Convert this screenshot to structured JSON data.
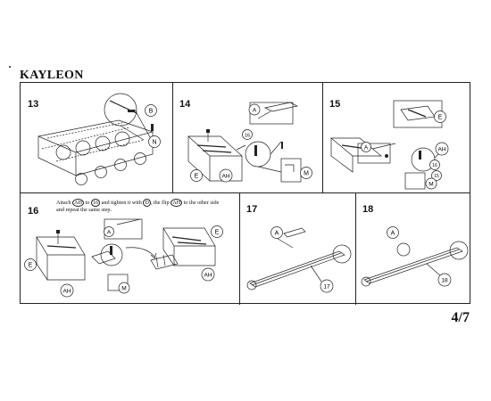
{
  "title": "KAYLEON",
  "page_number": "4/7",
  "steps": [
    {
      "number": "13",
      "labels": [
        "B",
        "N"
      ]
    },
    {
      "number": "14",
      "labels": [
        "A",
        "16",
        "E",
        "AH",
        "M"
      ]
    },
    {
      "number": "15",
      "labels": [
        "A",
        "E",
        "AH",
        "16",
        "15",
        "M"
      ]
    },
    {
      "number": "16",
      "labels": [
        "A",
        "E",
        "AH",
        "AH",
        "M"
      ],
      "instruction": {
        "t1": "Attach",
        "l1": "AH",
        "t2": "to",
        "l2": "16",
        "t3": "and tighten it with",
        "l3": "D",
        "t4": ", the flip",
        "l4": "AH",
        "t5": "to the other side",
        "t6": "and repeat the same step."
      }
    },
    {
      "number": "17",
      "labels": [
        "A",
        "17"
      ]
    },
    {
      "number": "18",
      "labels": [
        "A",
        "18"
      ]
    }
  ]
}
